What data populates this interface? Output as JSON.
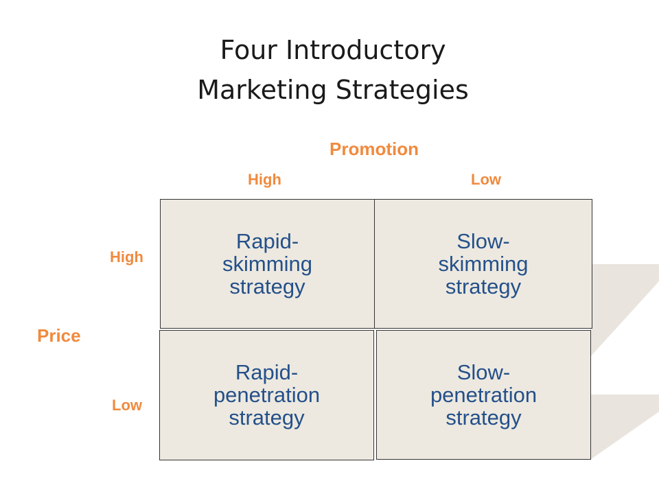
{
  "title": {
    "line1": "Four Introductory",
    "line2": "Marketing Strategies"
  },
  "axes": {
    "promotion": {
      "label": "Promotion",
      "high": "High",
      "low": "Low"
    },
    "price": {
      "label": "Price",
      "high": "High",
      "low": "Low"
    }
  },
  "cells": {
    "top_left": {
      "line1": "Rapid-",
      "line2": "skimming",
      "line3": "strategy"
    },
    "top_right": {
      "line1": "Slow-",
      "line2": "skimming",
      "line3": "strategy"
    },
    "bottom_left": {
      "line1": "Rapid-",
      "line2": "penetration",
      "line3": "strategy"
    },
    "bottom_right": {
      "line1": "Slow-",
      "line2": "penetration",
      "line3": "strategy"
    }
  },
  "colors": {
    "accent": "#f08a3e",
    "cell_text": "#24508a",
    "cell_fill": "#ede9e0",
    "decoration": "#e9e5de"
  }
}
